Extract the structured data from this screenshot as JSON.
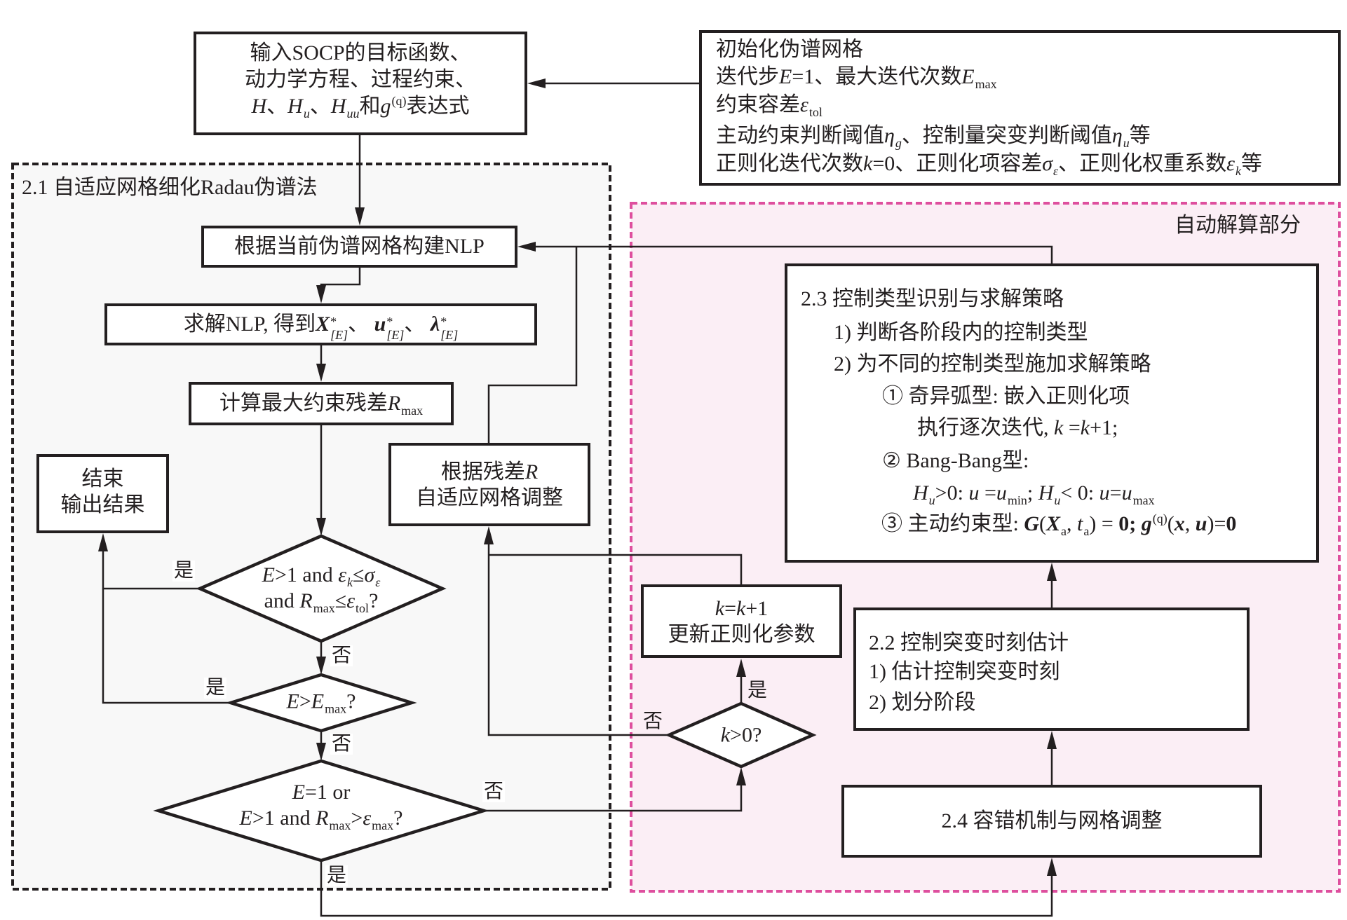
{
  "colors": {
    "ink": "#231f20",
    "auto_region_border": "#de4f9e",
    "auto_region_fill": "#fbeef5",
    "method_region_fill": "#f8f8f8",
    "box_fill": "#ffffff"
  },
  "input_box": {
    "lines": [
      "输入SOCP的目标函数、",
      "动力学方程、过程约束、",
      [
        {
          "t": "H",
          "i": true
        },
        {
          "t": "、"
        },
        {
          "t": "H",
          "i": true,
          "sub": "u",
          "subi": true
        },
        {
          "t": "、"
        },
        {
          "t": "H",
          "i": true,
          "sub": "uu",
          "subi": true
        },
        {
          "t": "和"
        },
        {
          "t": "g",
          "i": true,
          "sup": "(q)"
        },
        {
          "t": "表达式"
        }
      ]
    ]
  },
  "init_box": {
    "lines": [
      "初始化伪谱网格",
      [
        {
          "t": "迭代步"
        },
        {
          "t": "E",
          "i": true
        },
        {
          "t": "=1、最大迭代次数"
        },
        {
          "t": "E",
          "i": true,
          "sub": "max"
        }
      ],
      [
        {
          "t": "约束容差"
        },
        {
          "t": "ε",
          "i": true,
          "sub": "tol"
        }
      ],
      [
        {
          "t": "主动约束判断阈值"
        },
        {
          "t": "η",
          "i": true,
          "sub": "g",
          "subi": true
        },
        {
          "t": "、控制量突变判断阈值"
        },
        {
          "t": "η",
          "i": true,
          "sub": "u",
          "subi": true
        },
        {
          "t": "等"
        }
      ],
      [
        {
          "t": "正则化迭代次数"
        },
        {
          "t": "k",
          "i": true
        },
        {
          "t": "=0、正则化项容差"
        },
        {
          "t": "σ",
          "i": true,
          "sub": "ε",
          "subi": true
        },
        {
          "t": "、正则化权重系数"
        },
        {
          "t": "ε",
          "i": true,
          "sub": "k",
          "subi": true
        },
        {
          "t": "等"
        }
      ]
    ]
  },
  "method_region": {
    "label": "2.1 自适应网格细化Radau伪谱法"
  },
  "auto_region": {
    "label": "自动解算部分"
  },
  "method": {
    "build_nlp": "根据当前伪谱网格构建NLP",
    "solve_nlp": [
      {
        "t": "求解NLP, 得到"
      },
      {
        "t": "X",
        "i": true,
        "b": true,
        "sup": "*",
        "sub": "[E]",
        "subi": true
      },
      {
        "t": "、 "
      },
      {
        "t": "u",
        "i": true,
        "b": true,
        "sup": "*",
        "sub": "[E]",
        "subi": true
      },
      {
        "t": "、 "
      },
      {
        "t": "λ",
        "i": true,
        "b": true,
        "sup": "*",
        "sub": "[E]",
        "subi": true
      }
    ],
    "compute_residual": [
      {
        "t": "计算最大约束残差"
      },
      {
        "t": "R",
        "i": true,
        "sub": "max"
      }
    ],
    "end": {
      "lines": [
        "结束",
        "输出结果"
      ]
    },
    "mesh_adjust": {
      "lines": [
        [
          {
            "t": "根据残差"
          },
          {
            "t": "R",
            "i": true
          }
        ],
        "自适应网格调整"
      ]
    },
    "converge_check": {
      "lines": [
        [
          {
            "t": "E",
            "i": true
          },
          {
            "t": ">1 and "
          },
          {
            "t": "ε",
            "i": true,
            "sub": "k",
            "subi": true
          },
          {
            "t": "≤"
          },
          {
            "t": "σ",
            "i": true,
            "sub": "ε",
            "subi": true
          }
        ],
        [
          {
            "t": "and "
          },
          {
            "t": "R",
            "i": true,
            "sub": "max"
          },
          {
            "t": "≤"
          },
          {
            "t": "ε",
            "i": true,
            "sub": "tol"
          },
          {
            "t": "?"
          }
        ]
      ]
    },
    "max_iter_check": [
      {
        "t": "E",
        "i": true
      },
      {
        "t": ">"
      },
      {
        "t": "E",
        "i": true,
        "sub": "max"
      },
      {
        "t": "?"
      }
    ],
    "refine_check": {
      "lines": [
        [
          {
            "t": "E",
            "i": true
          },
          {
            "t": "=1 or"
          }
        ],
        [
          {
            "t": "E",
            "i": true
          },
          {
            "t": ">1 and "
          },
          {
            "t": "R",
            "i": true,
            "sub": "max"
          },
          {
            "t": ">"
          },
          {
            "t": "ε",
            "i": true,
            "sub": "max"
          },
          {
            "t": "?"
          }
        ]
      ]
    }
  },
  "auto": {
    "update_reg": {
      "lines": [
        [
          {
            "t": "k",
            "i": true
          },
          {
            "t": "="
          },
          {
            "t": "k",
            "i": true
          },
          {
            "t": "+1"
          }
        ],
        "更新正则化参数"
      ]
    },
    "k_check": [
      {
        "t": "k",
        "i": true
      },
      {
        "t": ">0?"
      }
    ],
    "control_type": {
      "lines": [
        "2.3 控制类型识别与求解策略",
        "1) 判断各阶段内的控制类型",
        "2) 为不同的控制类型施加求解策略",
        "① 奇异弧型: 嵌入正则化项",
        [
          {
            "t": "执行逐次迭代, "
          },
          {
            "t": "k",
            "i": true
          },
          {
            "t": " ="
          },
          {
            "t": "k",
            "i": true
          },
          {
            "t": "+1;"
          }
        ],
        "② Bang-Bang型:",
        [
          {
            "t": "H",
            "i": true,
            "sub": "u",
            "subi": true
          },
          {
            "t": ">0: "
          },
          {
            "t": "u",
            "i": true
          },
          {
            "t": " ="
          },
          {
            "t": "u",
            "i": true,
            "sub": "min"
          },
          {
            "t": "; "
          },
          {
            "t": "H",
            "i": true,
            "sub": "u",
            "subi": true
          },
          {
            "t": "< 0: "
          },
          {
            "t": "u",
            "i": true
          },
          {
            "t": "="
          },
          {
            "t": "u",
            "i": true,
            "sub": "max"
          }
        ],
        [
          {
            "t": "③ 主动约束型: "
          },
          {
            "t": "G",
            "i": true,
            "b": true
          },
          {
            "t": "("
          },
          {
            "t": "X",
            "i": true,
            "b": true,
            "sub": "a"
          },
          {
            "t": ", "
          },
          {
            "t": "t",
            "i": true,
            "sub": "a"
          },
          {
            "t": ") = "
          },
          {
            "t": "0;",
            "b": true
          },
          {
            "t": " "
          },
          {
            "t": "g",
            "i": true,
            "b": true,
            "sup": "(q)"
          },
          {
            "t": "("
          },
          {
            "t": "x",
            "i": true,
            "b": true
          },
          {
            "t": ", "
          },
          {
            "t": "u",
            "i": true,
            "b": true
          },
          {
            "t": ")="
          },
          {
            "t": "0",
            "b": true
          }
        ]
      ]
    },
    "switch_time": {
      "lines": [
        "2.2 控制突变时刻估计",
        "1) 估计控制突变时刻",
        "2) 划分阶段"
      ]
    },
    "fault_tolerance": "2.4 容错机制与网格调整"
  },
  "edge_labels": {
    "converge_yes": "是",
    "converge_no": "否",
    "max_iter_yes": "是",
    "max_iter_no": "否",
    "refine_no": "否",
    "refine_yes": "是",
    "k_check_yes": "是",
    "k_check_no": "否"
  }
}
